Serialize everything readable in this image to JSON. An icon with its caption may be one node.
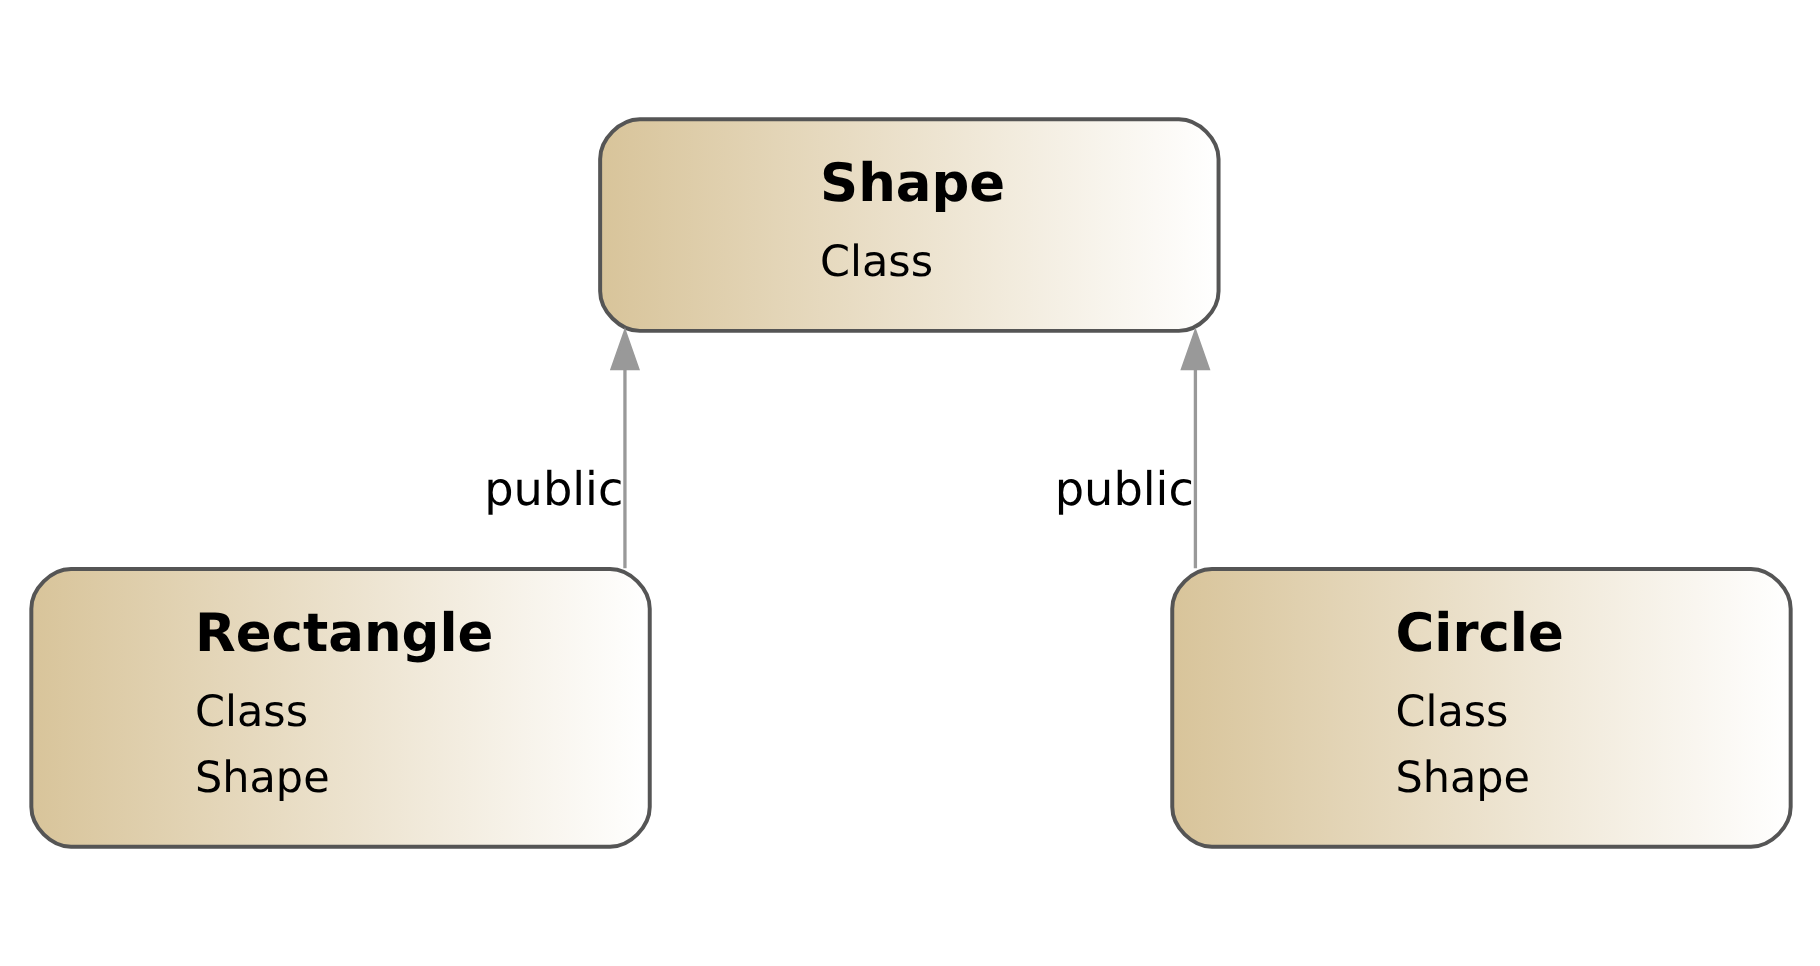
{
  "diagram": {
    "nodes": [
      {
        "text": [
          "Shape",
          "Class"
        ]
      },
      {
        "text": [
          "Rectangle",
          "Class",
          "Shape"
        ]
      },
      {
        "text": [
          "Circle",
          "Class",
          "Shape"
        ]
      }
    ],
    "edges": [
      {
        "from": 1,
        "to": 0,
        "arrow": "to",
        "label": "public"
      },
      {
        "from": 2,
        "to": 0,
        "arrow": "to",
        "label": "public"
      }
    ]
  }
}
